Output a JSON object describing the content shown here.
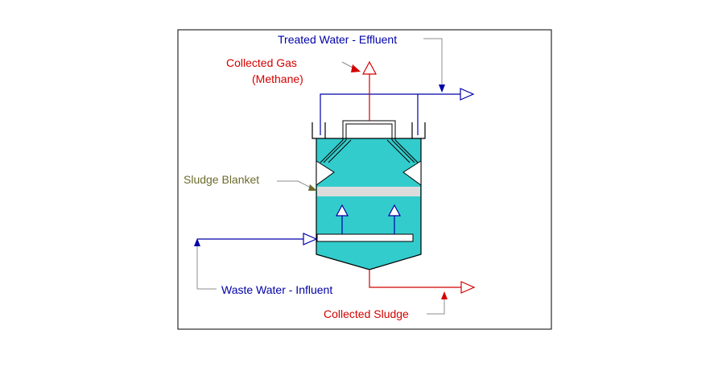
{
  "labels": {
    "treated_water": "Treated Water - Effluent",
    "collected_gas_line1": "Collected Gas",
    "collected_gas_line2": "(Methane)",
    "sludge_blanket": "Sludge Blanket",
    "waste_water": "Waste Water - Influent",
    "collected_sludge": "Collected Sludge"
  },
  "colors": {
    "water_lines": "#0000a8",
    "gas_sludge_lines": "#d40000",
    "blanket_label": "#6b6b2e",
    "reactor_fill": "#33cccc",
    "sludge_blanket_fill": "#dcdcdc",
    "outline": "#000000",
    "leader": "#8c8c8c"
  }
}
